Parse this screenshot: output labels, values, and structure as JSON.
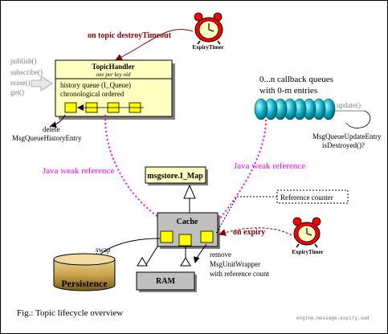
{
  "timer_top": {
    "event": "on topic destroyTimeout",
    "label": "ExpiryTimer"
  },
  "timer_right": {
    "event": "on expiry",
    "label": "ExpiryTimer"
  },
  "left_ops": [
    "publish()",
    "subscribe()",
    "erase()",
    "get()"
  ],
  "topic_handler": {
    "title": "TopicHandler",
    "subtitle": "one per key oid",
    "queue_line1": "history queue (I_Queue)",
    "queue_line2": "chronological ordered"
  },
  "delete_note": {
    "line1": "delete",
    "line2": "MsgQueueHistoryEntry"
  },
  "callback": {
    "title_line1": "0...n callback queues",
    "title_line2": "with 0-m entries",
    "update": "update()",
    "entry_line1": "MsgQueueUpdateEntry",
    "entry_line2": "isDestroyed()?"
  },
  "weak_ref_left": "Java weak reference",
  "weak_ref_right": "Java weak reference",
  "map_label": "msgstore.I_Map",
  "cache_label": "Cache",
  "ref_counter_label": "Reference counter",
  "swap_label": "swap",
  "remove_note": {
    "line1": "remove",
    "line2": "MsgUnitWrapper",
    "line3": "with reference count"
  },
  "persistence_label": "Persistence",
  "ram_label": "RAM",
  "caption": "Fig.: Topic lifecycle overview",
  "footer": "engine.message.expiry.swd",
  "colors": {
    "accent_pink": "#ff00ff",
    "event_red": "#8b0000",
    "cell_yellow": "#ffff00",
    "box_gray": "#c0c0c0",
    "shadow_gray": "#808080",
    "queue_cyan": "#00a9bf",
    "clock_red": "#ff0000",
    "clock_face": "#ffffc0",
    "op_text_gray": "#808080"
  }
}
